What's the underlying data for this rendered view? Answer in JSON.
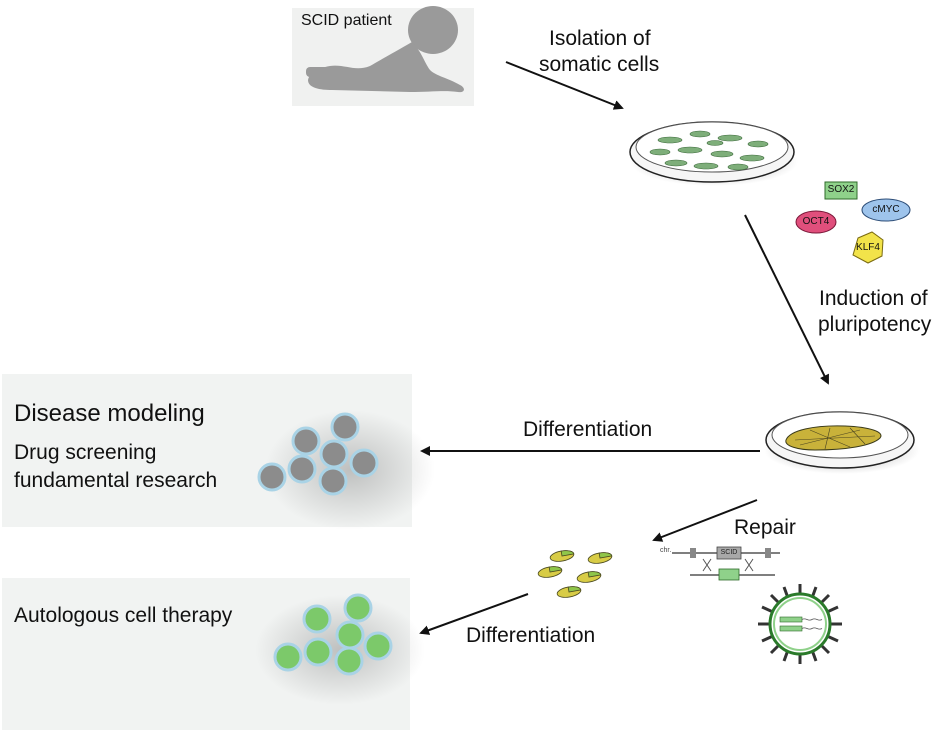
{
  "patient": {
    "label": "SCID patient"
  },
  "steps": {
    "isolation": [
      "Isolation of",
      "somatic cells"
    ],
    "induction": [
      "Induction of",
      "pluripotency"
    ],
    "differentiation_top": "Differentiation",
    "differentiation_bottom": "Differentiation",
    "repair": "Repair"
  },
  "factors": {
    "sox2": "SOX2",
    "cmyc": "cMYC",
    "oct4": "OCT4",
    "klf4": "KLF4"
  },
  "gene_repair": {
    "chr_label": "chr.",
    "scid_label": "SCID"
  },
  "applications": {
    "disease_modeling": "Disease modeling",
    "drug_screening": "Drug screening",
    "fundamental_research": "fundamental research",
    "cell_therapy": "Autologous cell therapy"
  },
  "colors": {
    "sox2": "#8fd18a",
    "cmyc": "#9ec4ec",
    "oct4": "#e04f7c",
    "klf4": "#f2e34a",
    "panel": "#f1f3f2",
    "silhouette": "#9a9a9a",
    "green_cell": "#7cc96a",
    "gray_cell": "#8f8f8f"
  }
}
